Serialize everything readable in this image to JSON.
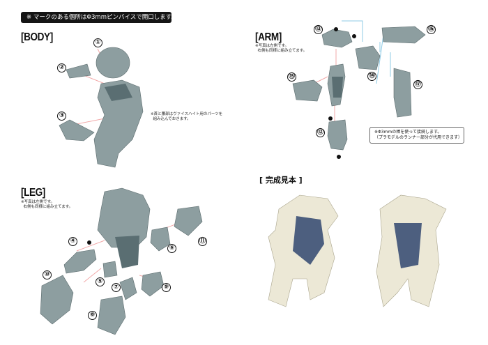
{
  "notice": "※ マークのある個所はΦ3mmピンバイスで開口します。",
  "sections": {
    "body": {
      "title": "[BODY]",
      "note": "※首と腰部はヴァイスハイト用のパーツを\n  組み込んでおきます。"
    },
    "arm": {
      "title": "[ARM]",
      "note": "※写真は左側です。\n  右側も同様に組み立てます。",
      "box_note": "※Φ3mmの棒を使って接続します。\n（プラモデルのランナー部分が代用できます）"
    },
    "leg": {
      "title": "[LEG]",
      "note": "※写真は左側です。\n  右側も同様に組み立てます。"
    },
    "sample": {
      "title": "[ 完成見本 ]"
    }
  },
  "part_numbers": [
    "①",
    "②",
    "③",
    "④",
    "⑤",
    "⑥",
    "⑦",
    "⑧",
    "⑨",
    "⑩",
    "⑪",
    "⑫",
    "⑬",
    "⑭",
    "⑮",
    "⑯",
    "⑰"
  ],
  "icons": {
    "drill": "pin-vise-icon"
  }
}
